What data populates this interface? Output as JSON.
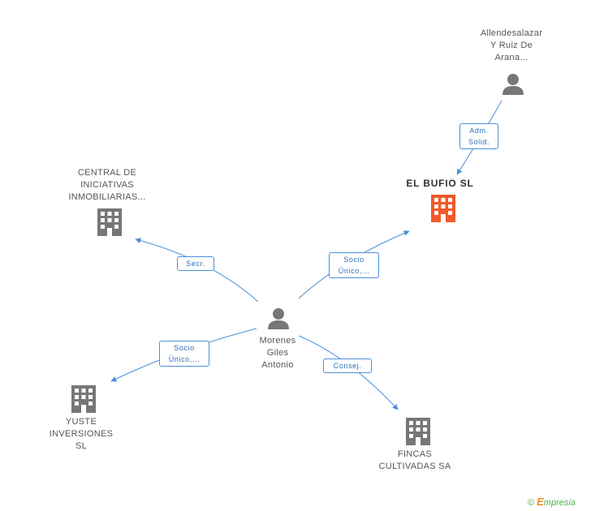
{
  "colors": {
    "edge": "#4a90d9",
    "node_gray": "#777777",
    "node_main": "#f05a28",
    "brand_green": "#4caf50",
    "brand_orange": "#f08c1a"
  },
  "nodes": {
    "allendesalazar": {
      "lines": [
        "Allendesalazar",
        "Y Ruiz De",
        "Arana..."
      ],
      "icon": "person-icon"
    },
    "el_bufio": {
      "lines": [
        "EL BUFIO SL"
      ],
      "icon": "building-icon"
    },
    "central": {
      "lines": [
        "CENTRAL DE",
        "INICIATIVAS",
        "INMOBILIARIAS..."
      ],
      "icon": "building-icon"
    },
    "morenes": {
      "lines": [
        "Morenes",
        "Giles",
        "Antonio"
      ],
      "icon": "person-icon"
    },
    "yuste": {
      "lines": [
        "YUSTE",
        "INVERSIONES",
        "SL"
      ],
      "icon": "building-icon"
    },
    "fincas": {
      "lines": [
        "FINCAS",
        "CULTIVADAS SA"
      ],
      "icon": "building-icon"
    }
  },
  "edges": {
    "adm_solid": [
      "Adm.",
      "Solid."
    ],
    "socio_bufio": [
      "Socio",
      "Único,..."
    ],
    "secr": [
      "Secr."
    ],
    "socio_yuste": [
      "Socio",
      "Único,..."
    ],
    "consej": [
      "Consej."
    ]
  },
  "footer": {
    "copyright": "©",
    "brand_first": "E",
    "brand_rest": "mpresia"
  }
}
